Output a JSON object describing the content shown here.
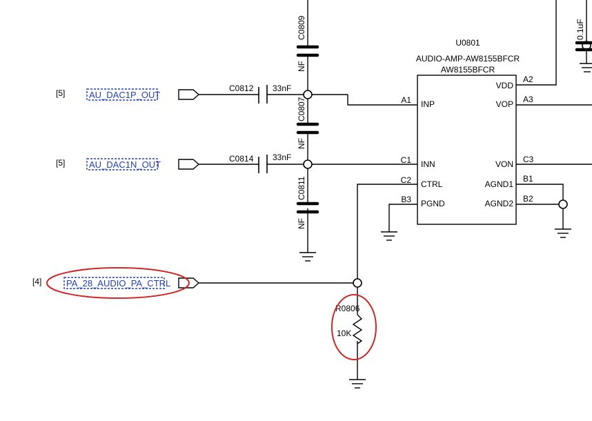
{
  "ic": {
    "ref": "U0801",
    "part": "AUDIO-AMP-AW8155BFCR",
    "name": "AW8155BFCR",
    "pins_left": [
      {
        "num": "A1",
        "name": "INP"
      },
      {
        "num": "C1",
        "name": "INN"
      },
      {
        "num": "C2",
        "name": "CTRL"
      },
      {
        "num": "B3",
        "name": "PGND"
      }
    ],
    "pins_right": [
      {
        "num": "A2",
        "name": "VDD"
      },
      {
        "num": "A3",
        "name": "VOP"
      },
      {
        "num": "C3",
        "name": "VON"
      },
      {
        "num": "B1",
        "name": "AGND1"
      },
      {
        "num": "B2",
        "name": "AGND2"
      }
    ]
  },
  "nets": [
    {
      "page_ref": "[5]",
      "name": "AU_DAC1P_OUT"
    },
    {
      "page_ref": "[5]",
      "name": "AU_DAC1N_OUT"
    },
    {
      "page_ref": "[4]",
      "name": "PA_28_AUDIO_PA_CTRL"
    }
  ],
  "capacitors": [
    {
      "ref": "C0812",
      "value": "33nF"
    },
    {
      "ref": "C0814",
      "value": "33nF"
    },
    {
      "ref": "C0809",
      "value": "NF"
    },
    {
      "ref": "C0807",
      "value": "NF"
    },
    {
      "ref": "C0811",
      "value": "NF"
    },
    {
      "ref": "",
      "value": "0.1uF"
    }
  ],
  "resistor": {
    "ref": "R0806",
    "value": "10K"
  },
  "colors": {
    "net_label": "#1f3fbf",
    "highlight": "#d22424",
    "wire": "#000000"
  }
}
